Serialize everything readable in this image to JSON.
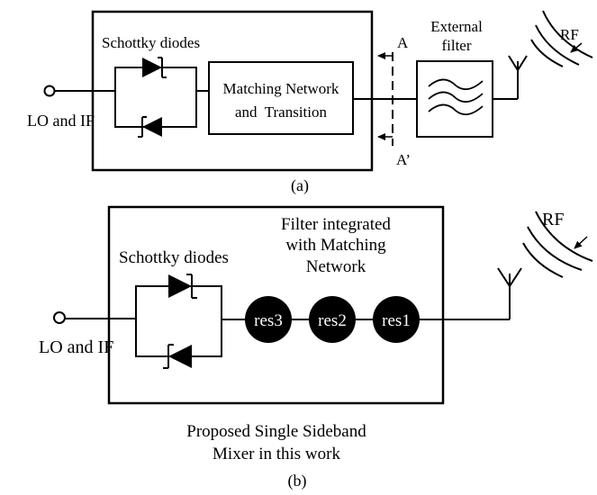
{
  "panel_a": {
    "label": "(a)",
    "diodes_label": "Schottky diodes",
    "matching_line1": "Matching Network",
    "matching_line2": "and  Transition",
    "filter_line1": "External",
    "filter_line2": "filter",
    "plane_top": "A",
    "plane_bottom": "A’",
    "rf_label": "RF",
    "port_label": "LO and IF"
  },
  "panel_b": {
    "label": "(b)",
    "diodes_label": "Schottky diodes",
    "filter_line1": "Filter integrated",
    "filter_line2": "with Matching",
    "filter_line3": "Network",
    "resonators": [
      "res3",
      "res2",
      "res1"
    ],
    "rf_label": "RF",
    "port_label": "LO and IF",
    "caption_line1": "Proposed Single Sideband",
    "caption_line2": "Mixer in this work"
  }
}
